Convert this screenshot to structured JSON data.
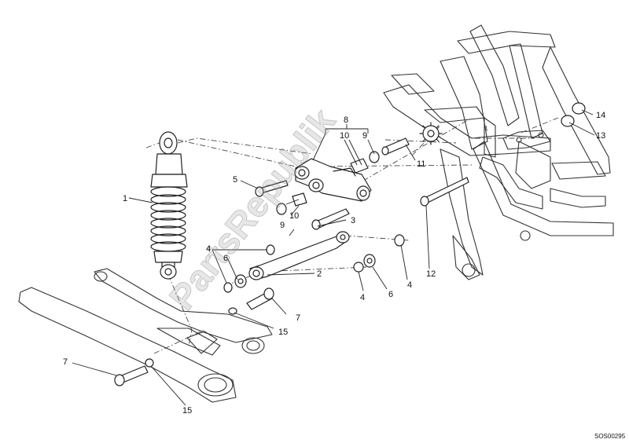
{
  "diagram": {
    "callouts": {
      "c1": "1",
      "c2": "2",
      "c3": "3",
      "c4a": "4",
      "c4b": "4",
      "c4c": "4",
      "c5": "5",
      "c6a": "6",
      "c6b": "6",
      "c7a": "7",
      "c7b": "7",
      "c8": "8",
      "c9a": "9",
      "c9b": "9",
      "c10a": "10",
      "c10b": "10",
      "c11": "11",
      "c12": "12",
      "c13": "13",
      "c14": "14",
      "c15a": "15",
      "c15b": "15"
    },
    "reference_code": "SOS00295",
    "watermark": "PartsRepublik",
    "colors": {
      "line": "#222222",
      "background": "#ffffff",
      "watermark": "#aaaaaa"
    }
  }
}
